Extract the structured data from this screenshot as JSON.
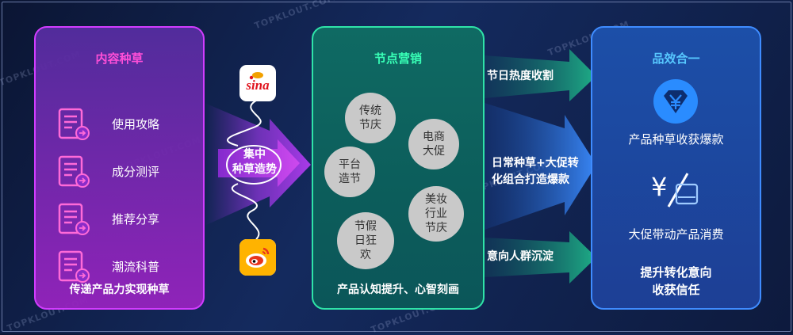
{
  "watermark": "TOPKLOUT.COM",
  "left_panel": {
    "title": "内容种草",
    "items": [
      {
        "label": "使用攻略"
      },
      {
        "label": "成分测评"
      },
      {
        "label": "推荐分享"
      },
      {
        "label": "潮流科普"
      }
    ],
    "footer": "传递产品力实现种草"
  },
  "connector": {
    "label": "集中\n种草造势",
    "top_logo": "Sina",
    "bottom_logo": "Weibo"
  },
  "middle_panel": {
    "title": "节点营销",
    "circles": [
      {
        "label": "传统\n节庆"
      },
      {
        "label": "电商\n大促"
      },
      {
        "label": "平台\n造节"
      },
      {
        "label": "美妆\n行业\n节庆"
      },
      {
        "label": "节假\n日狂\n欢"
      }
    ],
    "footer": "产品认知提升、心智刻画"
  },
  "arrows": [
    {
      "label": "节日热度收割"
    },
    {
      "label": "日常种草+大促转\n化组合打造爆款"
    },
    {
      "label": "意向人群沉淀"
    }
  ],
  "right_panel": {
    "title": "品效合一",
    "item1": "产品种草收获爆款",
    "item2": "大促带动产品消费",
    "footer": "提升转化意向\n收获信任"
  }
}
